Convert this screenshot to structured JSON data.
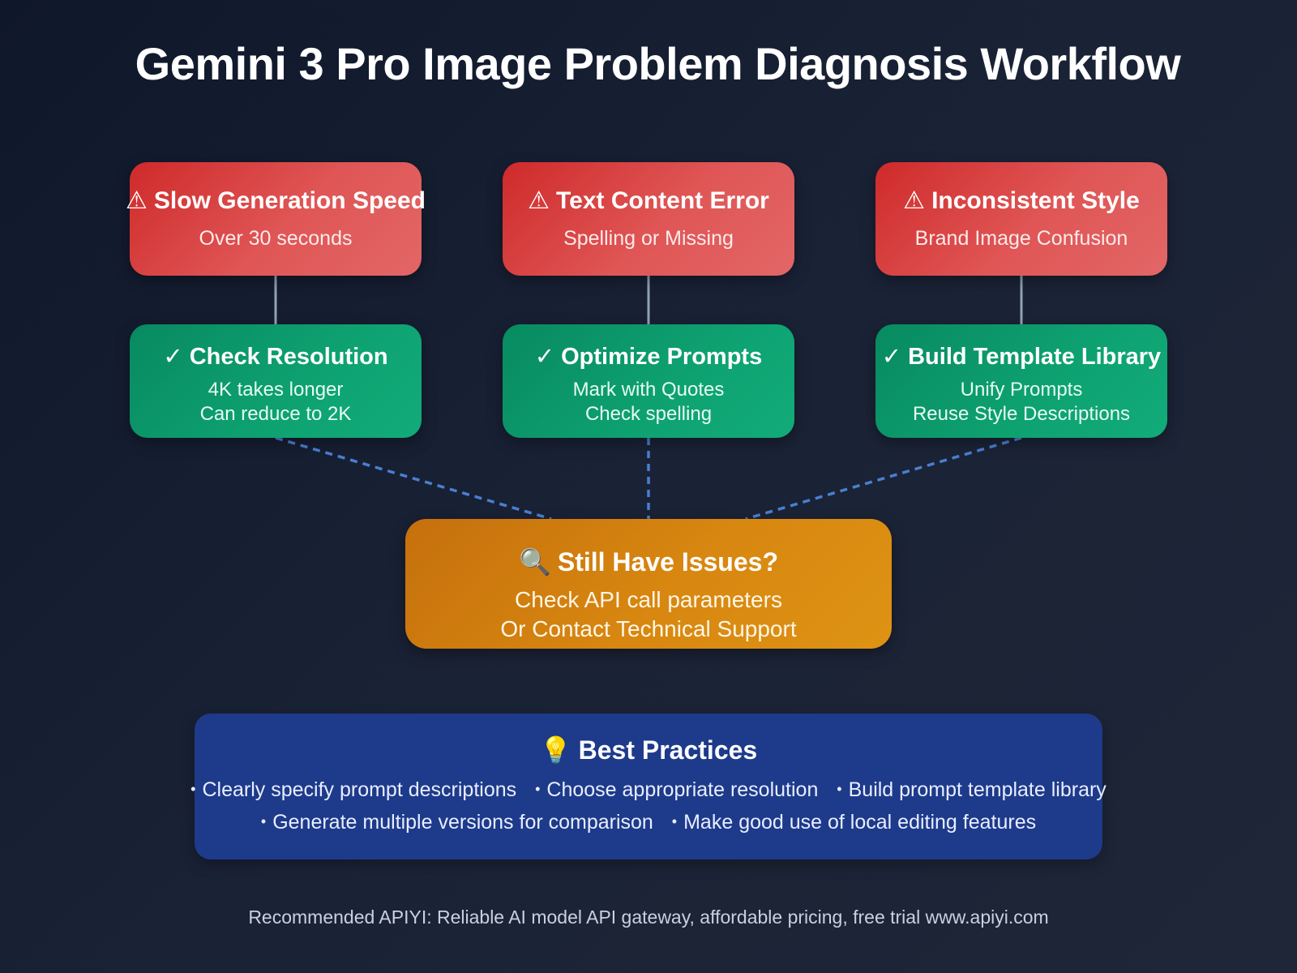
{
  "title": "Gemini 3 Pro Image Problem Diagnosis Workflow",
  "problems": [
    {
      "icon": "warning-icon",
      "symbol": "⚠",
      "title": "Slow Generation Speed",
      "detail": "Over 30 seconds"
    },
    {
      "icon": "warning-icon",
      "symbol": "⚠",
      "title": "Text Content Error",
      "detail": "Spelling or Missing"
    },
    {
      "icon": "warning-icon",
      "symbol": "⚠",
      "title": "Inconsistent Style",
      "detail": "Brand Image Confusion"
    }
  ],
  "solutions": [
    {
      "icon": "checkmark-icon",
      "symbol": "✓",
      "title": "Check Resolution",
      "line1": "4K takes longer",
      "line2": "Can reduce to 2K"
    },
    {
      "icon": "checkmark-icon",
      "symbol": "✓",
      "title": "Optimize Prompts",
      "line1": "Mark with Quotes",
      "line2": "Check spelling"
    },
    {
      "icon": "checkmark-icon",
      "symbol": "✓",
      "title": "Build Template Library",
      "line1": "Unify Prompts",
      "line2": "Reuse Style Descriptions"
    }
  ],
  "escalation": {
    "icon": "magnifier-icon",
    "symbol": "🔍",
    "title": "Still Have Issues?",
    "line1": "Check API call parameters",
    "line2": "Or Contact Technical Support"
  },
  "best_practices": {
    "icon": "lightbulb-icon",
    "symbol": "💡",
    "title": "Best Practices",
    "row1": [
      "Clearly specify prompt descriptions",
      "Choose appropriate resolution",
      "Build prompt template library"
    ],
    "row2": [
      "Generate multiple versions for comparison",
      "Make good use of local editing features"
    ],
    "bullet": "•"
  },
  "footer": "Recommended APIYI: Reliable AI model API gateway, affordable pricing, free trial www.apiyi.com",
  "colors": {
    "problem": "#dc3c3c",
    "solution": "#0ea271",
    "escalation": "#d4820f",
    "best_practices": "#1e3a8a",
    "connector_solid": "#94a3b8",
    "connector_dashed": "#4a7fd0"
  }
}
